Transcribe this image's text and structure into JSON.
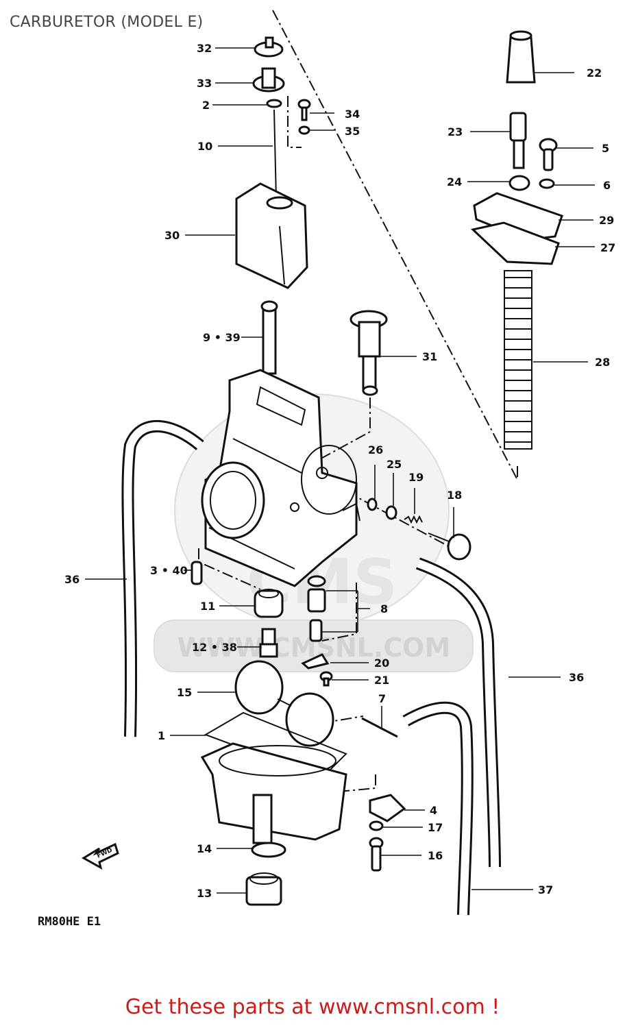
{
  "title": "CARBURETOR (MODEL E)",
  "reference_code": "RM80HE E1",
  "watermark": "WWW.CMSNL.COM",
  "watermark_logo": "CMS",
  "fwd_marker": "FWD",
  "footer": "Get these parts at www.cmsnl.com !",
  "colors": {
    "footer": "#cc1b1b",
    "title": "#444444",
    "lines": "#111111",
    "watermark": "#e2e2e2"
  },
  "callouts": {
    "p1": "1",
    "p2": "2",
    "p3_40": "3 • 40",
    "p4": "4",
    "p5": "5",
    "p6": "6",
    "p7": "7",
    "p8": "8",
    "p9_39": "9 • 39",
    "p10": "10",
    "p11": "11",
    "p12_38": "12 • 38",
    "p13": "13",
    "p14": "14",
    "p15": "15",
    "p16": "16",
    "p17": "17",
    "p18": "18",
    "p19": "19",
    "p20": "20",
    "p21": "21",
    "p22": "22",
    "p23": "23",
    "p24": "24",
    "p25": "25",
    "p26": "26",
    "p27": "27",
    "p28": "28",
    "p29": "29",
    "p30": "30",
    "p31": "31",
    "p32": "32",
    "p33": "33",
    "p34": "34",
    "p35": "35",
    "p36a": "36",
    "p36b": "36",
    "p37": "37"
  }
}
